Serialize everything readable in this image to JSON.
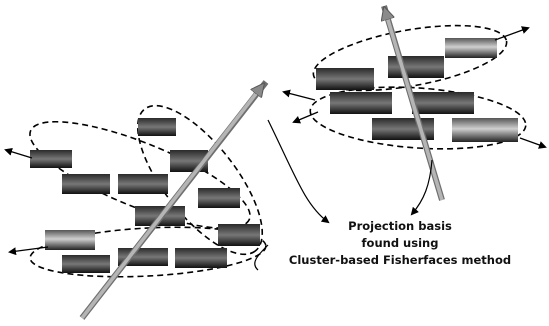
{
  "caption": {
    "line1": "Projection basis",
    "line2": "found using",
    "line3": "Cluster-based Fisherfaces method"
  },
  "colors": {
    "projection_axis": "#a8a8a8",
    "projection_axis_edge": "#6f6f6f",
    "cluster_outline": "#000000",
    "thumbnail_dark": "#1a1a1a"
  },
  "icons": [
    "car-thumbnail",
    "van-thumbnail",
    "arrow"
  ]
}
